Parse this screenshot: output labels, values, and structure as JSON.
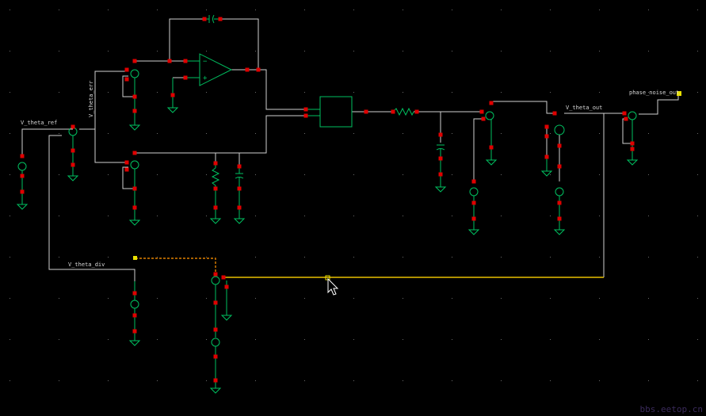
{
  "app": {
    "view": "schematic-editor"
  },
  "colors": {
    "background": "#000000",
    "wire": "#cfcfcf",
    "component": "#00c060",
    "pin": "#e00000",
    "grid_dot": "#6a6a6a",
    "selected_wire": "#e8c000",
    "selected_wire_orange": "#e08000",
    "port_box": "#e8e000",
    "watermark": "#3a2a5a"
  },
  "net_labels": {
    "v_theta_ref": "V_theta_ref",
    "v_theta_err": "V_theta_err",
    "v_theta_out": "V_theta_out",
    "phase_noise_out": "phase_noise_out",
    "v_theta_div": "V_theta_div"
  },
  "icons": {
    "cursor": "arrow-cursor-icon",
    "opamp": "opamp-icon",
    "resistor": "resistor-icon",
    "capacitor": "capacitor-icon",
    "voltage_source": "voltage-source-icon",
    "adder": "summing-node-icon",
    "ground": "ground-icon"
  },
  "watermark": "bbs.eetop.cn"
}
